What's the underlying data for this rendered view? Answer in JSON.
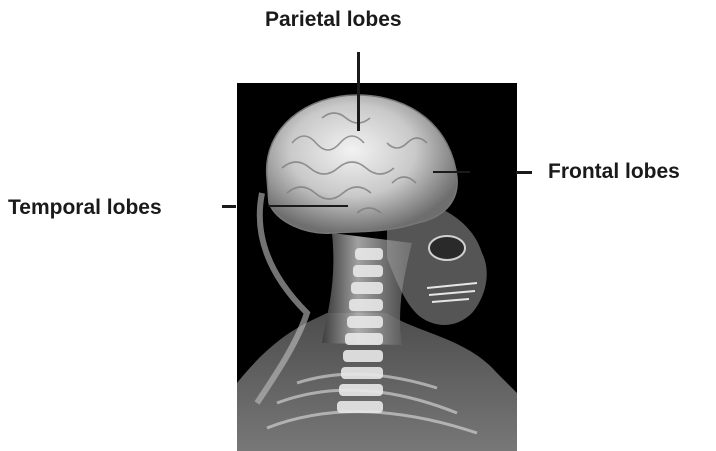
{
  "labels": {
    "parietal": "Parietal lobes",
    "frontal": "Frontal lobes",
    "temporal": "Temporal lobes"
  },
  "colors": {
    "background": "#ffffff",
    "panel": "#000000",
    "text": "#1a1a1a"
  }
}
